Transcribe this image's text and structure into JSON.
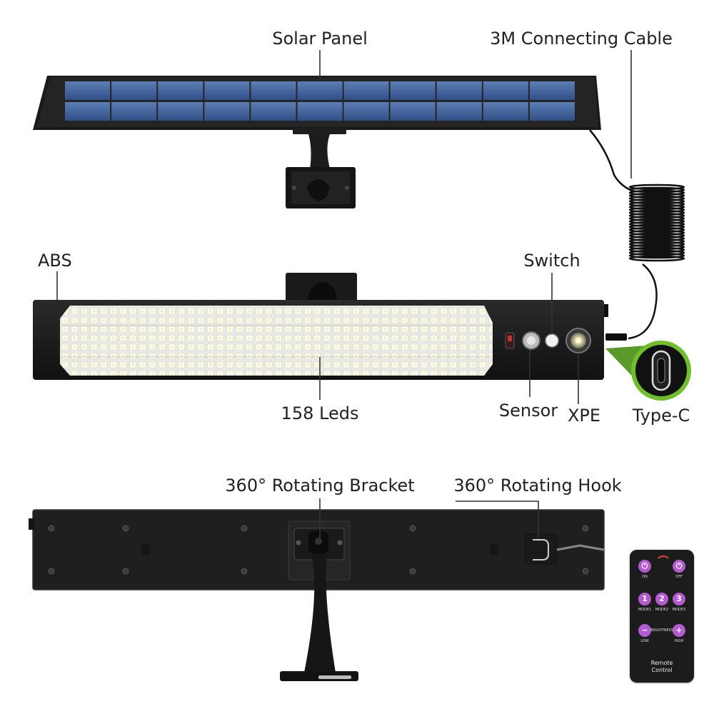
{
  "labels": {
    "solar_panel": "Solar Panel",
    "cable": "3M Connecting Cable",
    "abs": "ABS",
    "switch": "Switch",
    "leds": "158 Leds",
    "sensor": "Sensor",
    "xpe": "XPE",
    "type_c": "Type-C",
    "bracket": "360° Rotating Bracket",
    "hook": "360° Rotating Hook"
  },
  "remote": {
    "on": "ON",
    "off": "OFF",
    "mode1": "MODE1",
    "mode2": "MODE2",
    "mode3": "MODE3",
    "btn1": "1",
    "btn2": "2",
    "btn3": "3",
    "brightness": "BRIGHTNESS",
    "low": "LOW",
    "high": "HIGH",
    "minus": "−",
    "plus": "+",
    "title_line1": "Remote",
    "title_line2": "Control"
  }
}
